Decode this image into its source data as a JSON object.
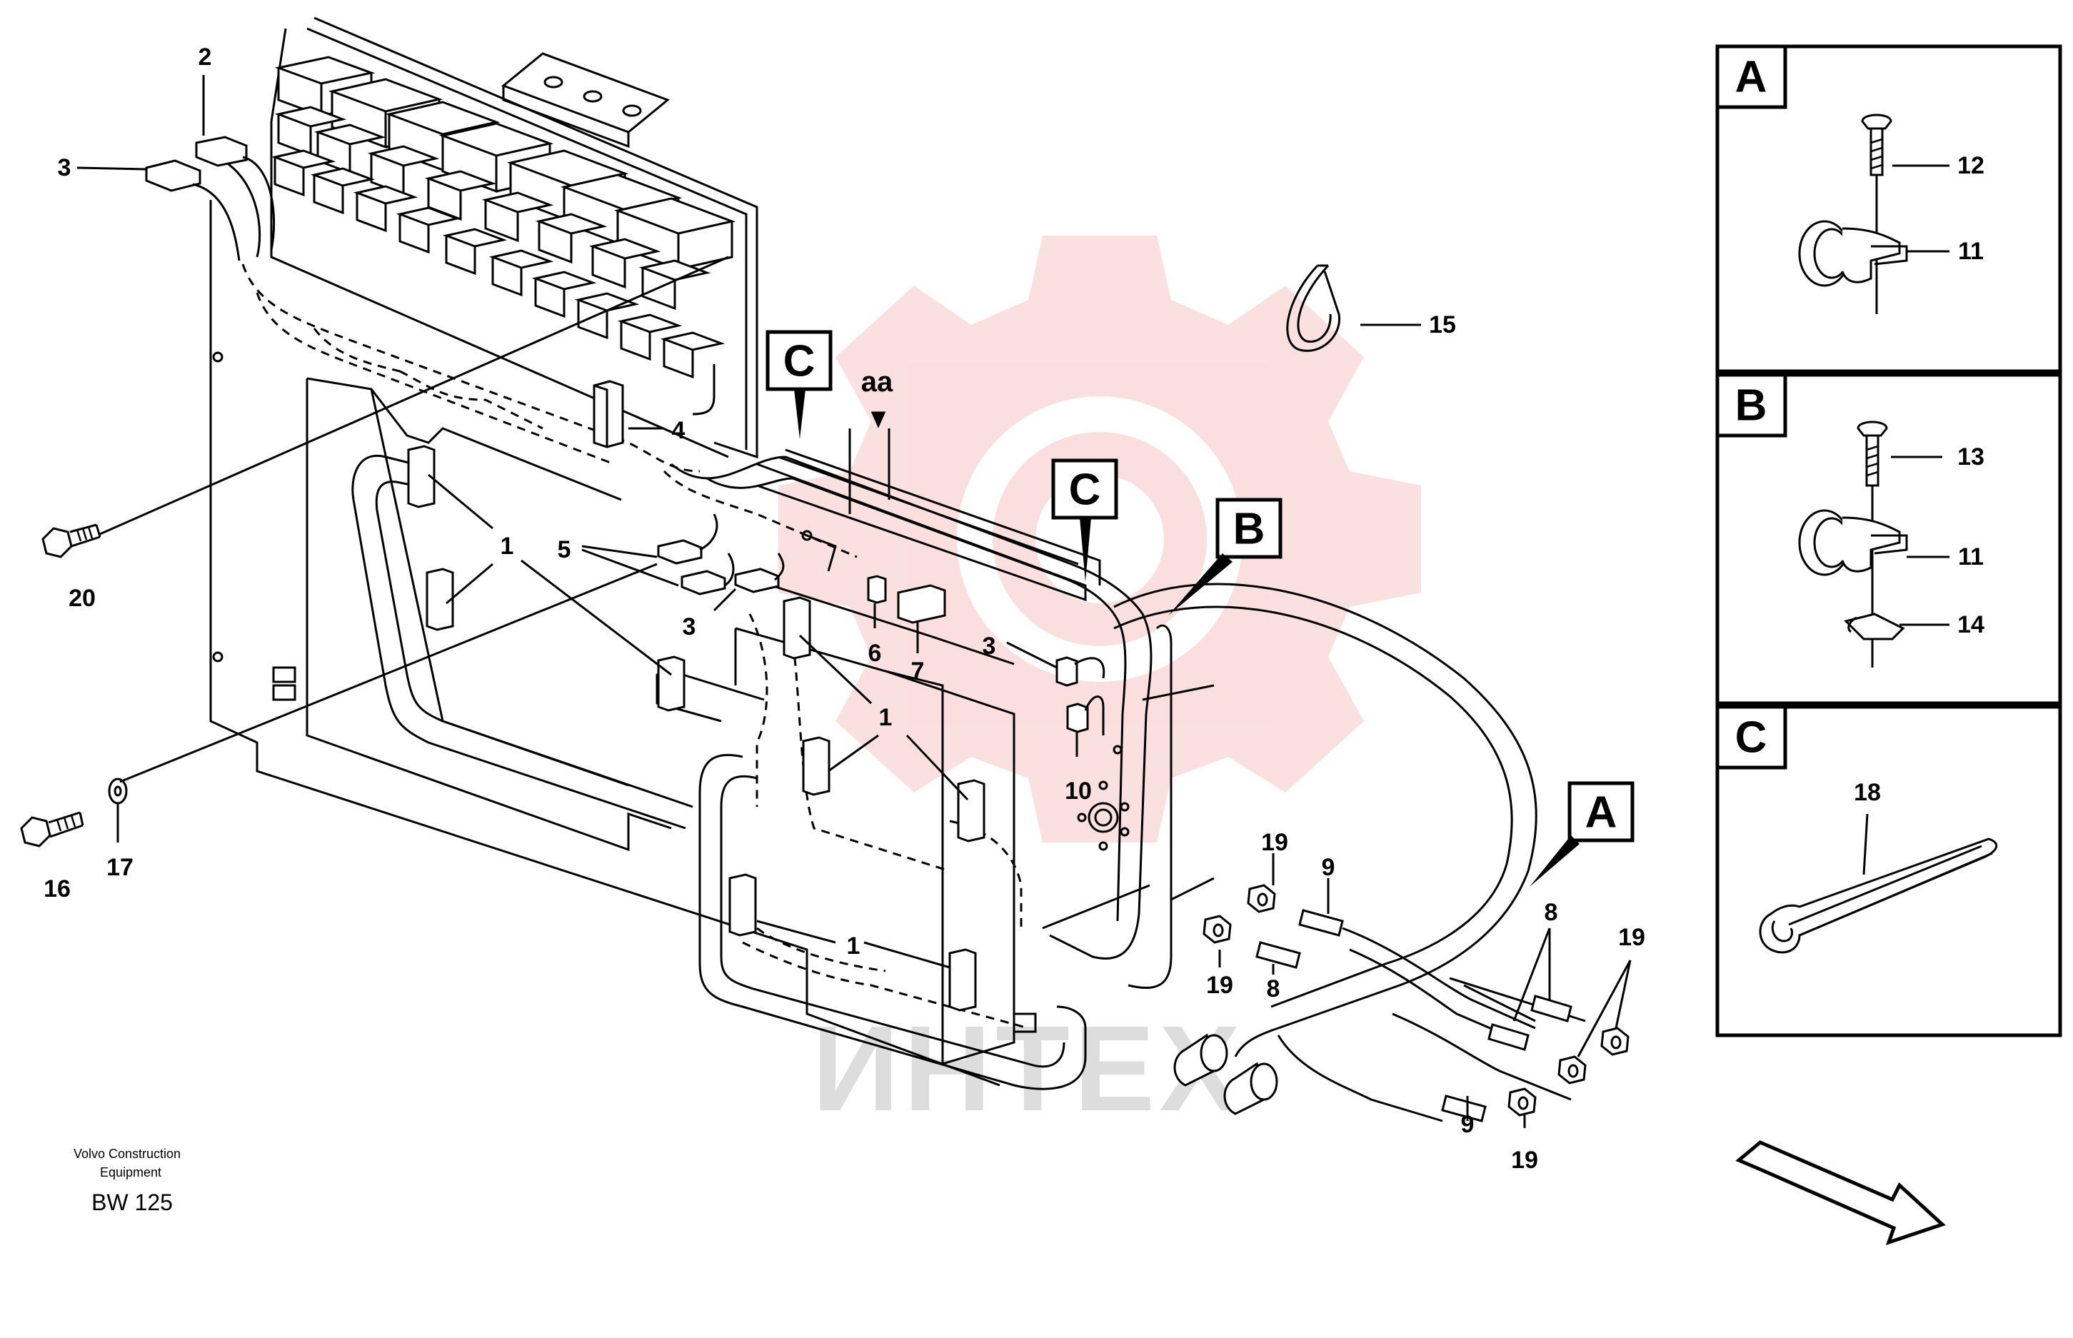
{
  "watermark": {
    "text": "ИНТЕХ",
    "color": "#f5b5b5"
  },
  "colors": {
    "line": "#000000",
    "background": "#ffffff",
    "watermark": "#f8c6c6"
  },
  "callouts": {
    "n1a": "1",
    "n1b": "1",
    "n1c": "1",
    "n2": "2",
    "n3a": "3",
    "n3b": "3",
    "n3c": "3",
    "n4": "4",
    "n5": "5",
    "n6": "6",
    "n7": "7",
    "n8a": "8",
    "n8b": "8",
    "n9a": "9",
    "n9b": "9",
    "n10": "10",
    "n15": "15",
    "n16": "16",
    "n17": "17",
    "n19a": "19",
    "n19b": "19",
    "n19c": "19",
    "n19d": "19",
    "n20": "20",
    "aa": "aa"
  },
  "view_markers": {
    "c1": "C",
    "c2": "C",
    "b": "B",
    "a": "A"
  },
  "detail_panels": [
    {
      "letter": "A",
      "labels": [
        "12",
        "11"
      ]
    },
    {
      "letter": "B",
      "labels": [
        "13",
        "11",
        "14"
      ]
    },
    {
      "letter": "C",
      "labels": [
        "18"
      ]
    }
  ],
  "footer": {
    "company_line1": "Volvo Construction",
    "company_line2": "Equipment",
    "code": "BW 125"
  }
}
